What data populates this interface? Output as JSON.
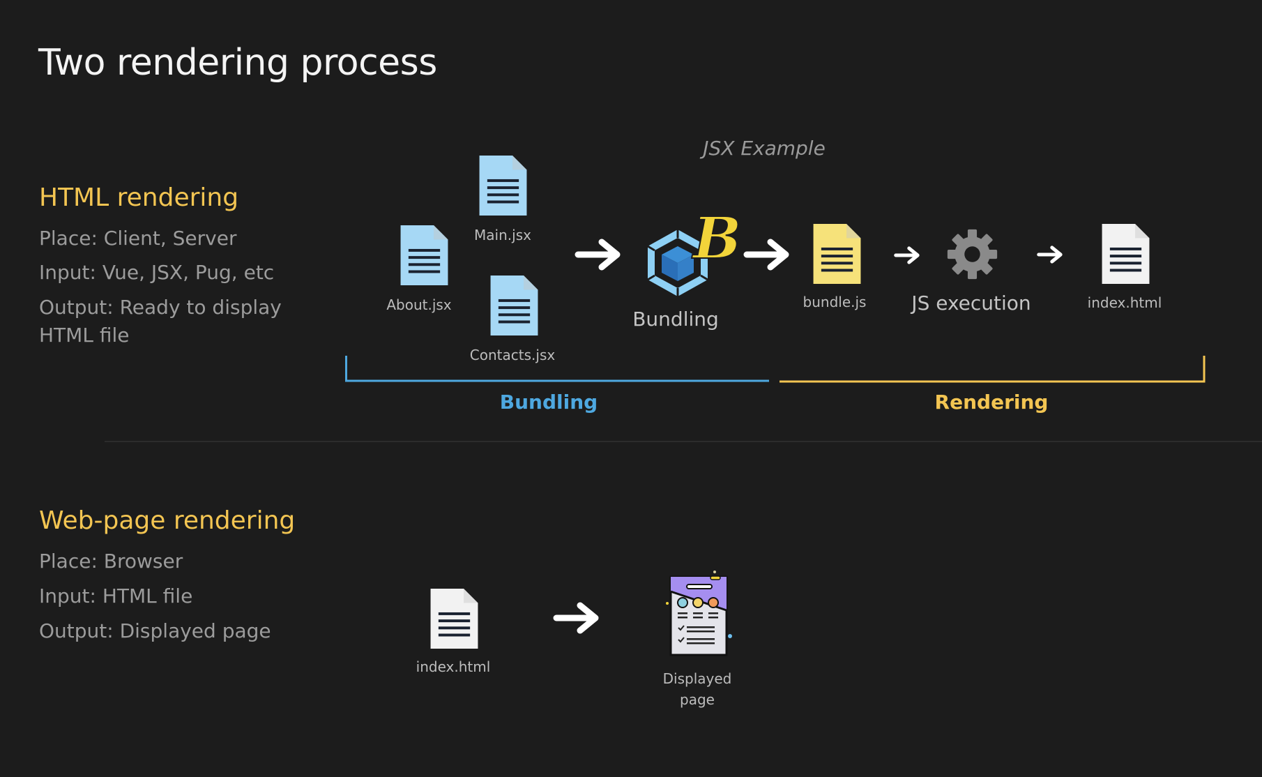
{
  "title": "Two rendering process",
  "html_rendering": {
    "heading": "HTML rendering",
    "place": "Place:  Client, Server",
    "input": "Input: Vue, JSX, Pug, etc",
    "output_line1": "Output: Ready to display",
    "output_line2": "HTML file"
  },
  "jsx_example": {
    "caption": "JSX Example",
    "files": {
      "main": "Main.jsx",
      "about": "About.jsx",
      "contacts": "Contacts.jsx"
    },
    "bundler_label": "Bundling",
    "bundle": "bundle.js",
    "execution": "JS execution",
    "output": "index.html",
    "phase_bundling": "Bundling",
    "phase_rendering": "Rendering"
  },
  "webpage_rendering": {
    "heading": "Web-page rendering",
    "place": "Place:  Browser",
    "input": "Input: HTML file",
    "output": "Output: Displayed page",
    "file": "index.html",
    "result_line1": "Displayed",
    "result_line2": "page"
  },
  "colors": {
    "heading": "#f3c552",
    "bundling": "#4ea8e0",
    "rendering": "#f3c552",
    "jsx_file": "#a6d8f5",
    "bundle_file": "#f6e27a"
  }
}
